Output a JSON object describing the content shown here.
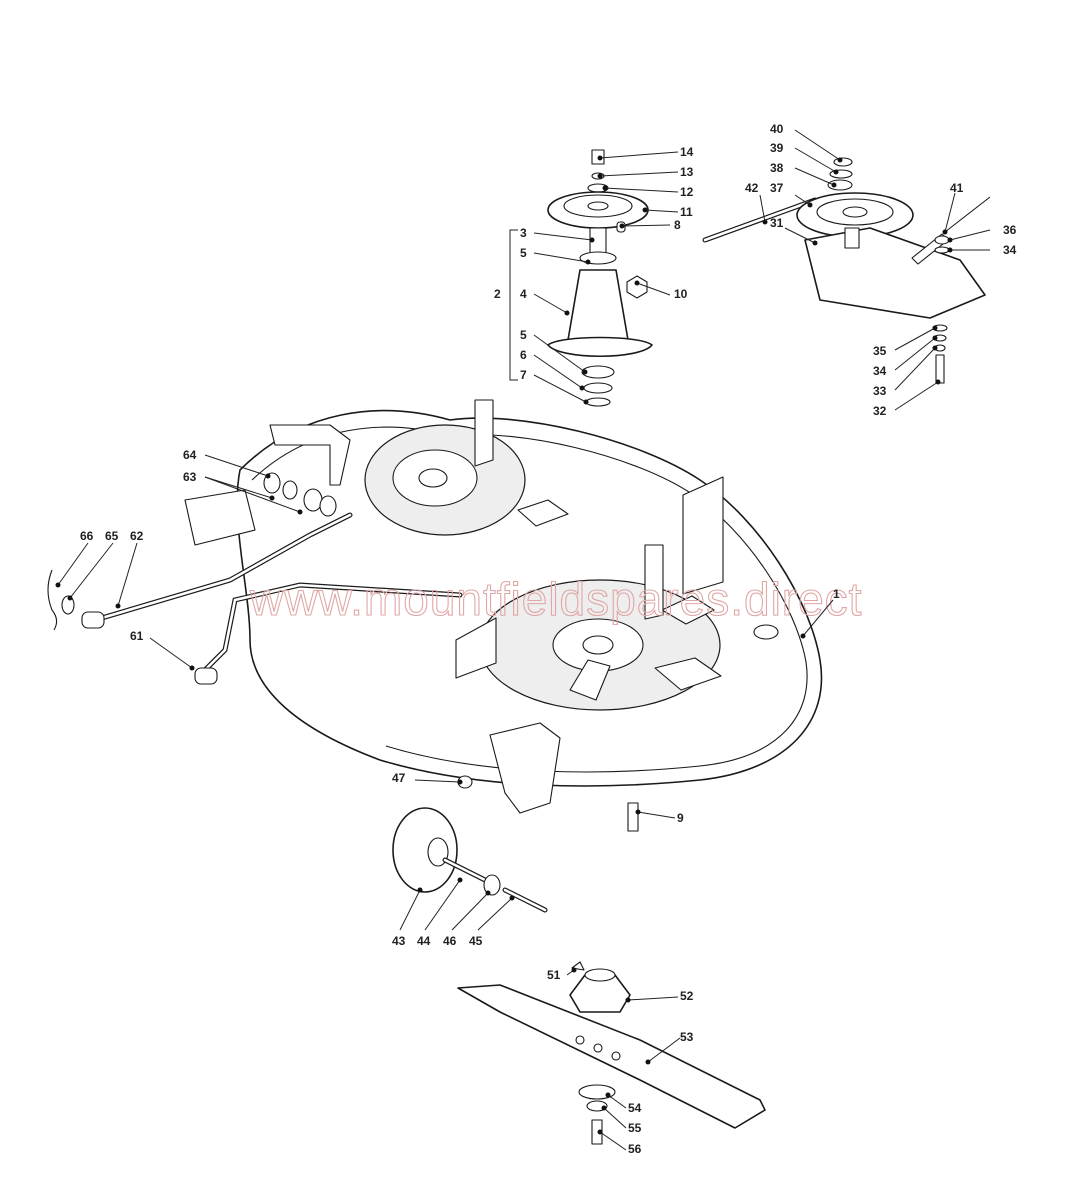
{
  "watermark": "www.mountfieldspares.direct",
  "labels": [
    "14",
    "13",
    "12",
    "11",
    "3",
    "8",
    "5",
    "10",
    "2",
    "4",
    "5",
    "6",
    "7",
    "40",
    "39",
    "38",
    "42",
    "37",
    "41",
    "36",
    "34",
    "31",
    "35",
    "34",
    "33",
    "32",
    "64",
    "63",
    "66",
    "65",
    "62",
    "61",
    "1",
    "47",
    "9",
    "43",
    "44",
    "46",
    "45",
    "51",
    "52",
    "53",
    "54",
    "55",
    "56"
  ]
}
